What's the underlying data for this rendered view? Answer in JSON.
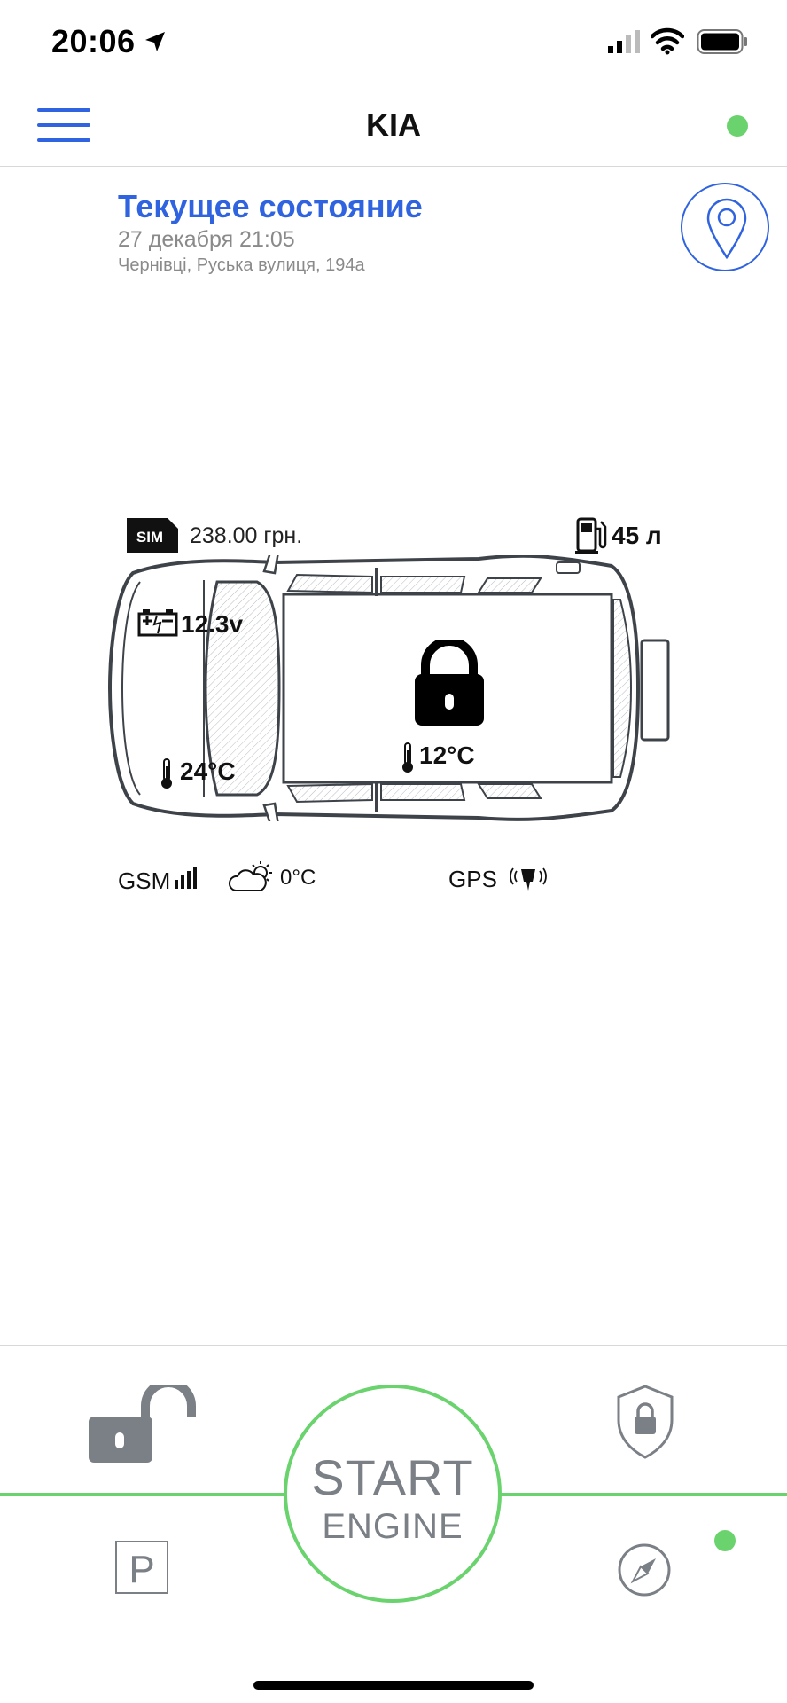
{
  "status_bar": {
    "time": "20:06"
  },
  "header": {
    "title": "KIA"
  },
  "state": {
    "title": "Текущее состояние",
    "date": "27 декабря 21:05",
    "address": "Чернівці, Руська вулиця, 194а"
  },
  "car": {
    "sim_label": "SIM",
    "balance": "238.00 грн.",
    "fuel": "45 л",
    "battery_voltage": "12.3v",
    "temp_outside": "24°C",
    "temp_inside": "12°C"
  },
  "indicators": {
    "gsm_label": "GSM",
    "weather_temp": "0°C",
    "gps_label": "GPS"
  },
  "controls": {
    "start_line1": "START",
    "start_line2": "ENGINE",
    "parking_label": "P"
  },
  "colors": {
    "accent_blue": "#2f63e0",
    "status_green": "#6ad36e",
    "control_gray": "#7b8087"
  }
}
